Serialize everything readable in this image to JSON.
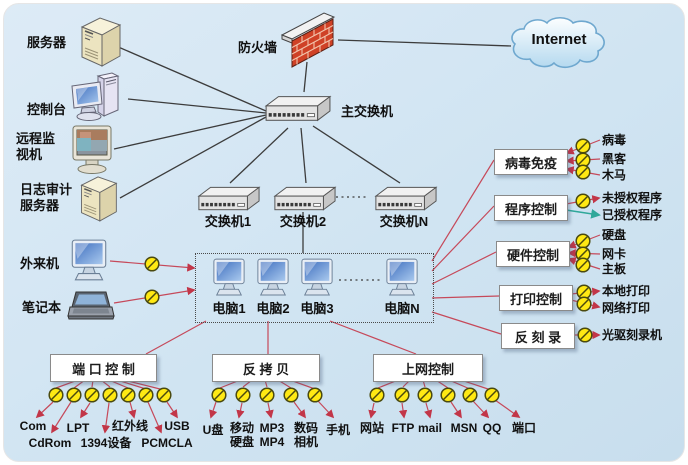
{
  "devices": {
    "server": "服务器",
    "console": "控制台",
    "remote_monitor": "远程监\n视机",
    "log_server": "日志审计\n服务器",
    "firewall": "防火墙",
    "internet": "Internet",
    "main_switch": "主交换机",
    "switch1": "交换机1",
    "switch2": "交换机2",
    "switchN": "交换机N",
    "pc1": "电脑1",
    "pc2": "电脑2",
    "pc3": "电脑3",
    "pcN": "电脑N",
    "outsider": "外来机",
    "laptop": "笔记本"
  },
  "controls": [
    {
      "title": "病毒免疫",
      "items": [
        "病毒",
        "黑客",
        "木马"
      ]
    },
    {
      "title": "程序控制",
      "items": [
        "未授权程序",
        "已授权程序"
      ]
    },
    {
      "title": "硬件控制",
      "items": [
        "硬盘",
        "网卡",
        "主板"
      ]
    },
    {
      "title": "打印控制",
      "items": [
        "本地打印",
        "网络打印"
      ]
    },
    {
      "title": "反 刻 录",
      "items": [
        "光驱刻录机"
      ]
    }
  ],
  "bottom_groups": [
    {
      "title": "端 口 控 制",
      "items": [
        "Com",
        "CdRom",
        "LPT",
        "1394设备",
        "红外线",
        "PCMCLA",
        "USB"
      ]
    },
    {
      "title": "反 拷 贝",
      "items": [
        "U盘",
        "移动\n硬盘",
        "MP3\nMP4",
        "数码\n相机",
        "手机"
      ]
    },
    {
      "title": "上网控制",
      "items": [
        "网站",
        "FTP",
        "mail",
        "MSN",
        "QQ",
        "端口"
      ]
    }
  ],
  "icons": {
    "server": "tower-server-icon",
    "console": "desktop-computer-icon",
    "remote_monitor": "crt-monitor-icon",
    "firewall": "brick-wall-icon",
    "internet": "cloud-icon",
    "switch": "network-switch-icon",
    "pc": "lcd-monitor-icon",
    "laptop": "laptop-icon",
    "block": "no-sign-icon"
  },
  "colors": {
    "background": "#d0e4f2",
    "box_fill": "#ffffff",
    "network_line": "#3c3c3c",
    "blocked_red": "#c64a5a",
    "allowed_teal": "#2fa89a",
    "block_sign_yellow": "#ffe913",
    "brick_red": "#cf4126"
  }
}
